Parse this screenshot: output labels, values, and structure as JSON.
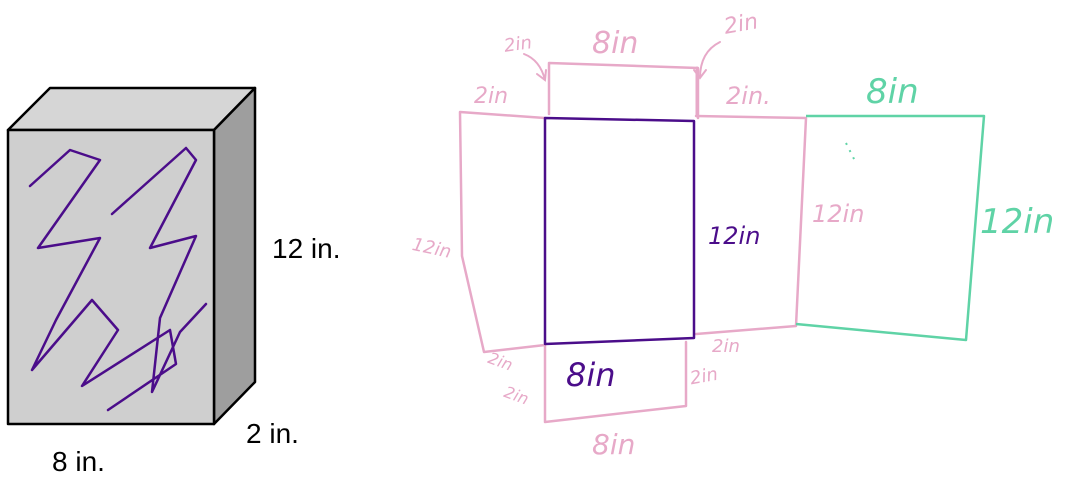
{
  "colors": {
    "pink": "#e7a9c8",
    "purple": "#4b0d8a",
    "teal": "#5fd3a6",
    "front_face": "#cfcfcf",
    "top_face": "#d6d6d6",
    "side_face": "#9e9e9e"
  },
  "box": {
    "height_label": "12 in.",
    "depth_label": "2 in.",
    "width_label": "8 in."
  },
  "net": {
    "top_flap_width": "8in",
    "top_left_depth_a": "2in",
    "top_left_depth_b": "2in",
    "top_right_depth_a": "2in",
    "top_right_depth_b": "2in.",
    "right_side_height": "12in",
    "left_side_height": "12in",
    "center_height": "12in",
    "center_width": "8in",
    "teal_width": "8in",
    "teal_height": "12in",
    "bottom_left_depth_a": "2in",
    "bottom_left_depth_b": "2in",
    "bottom_right_depth_a": "2in",
    "bottom_right_depth_b": "2in",
    "bottom_flap_width": "8in"
  }
}
